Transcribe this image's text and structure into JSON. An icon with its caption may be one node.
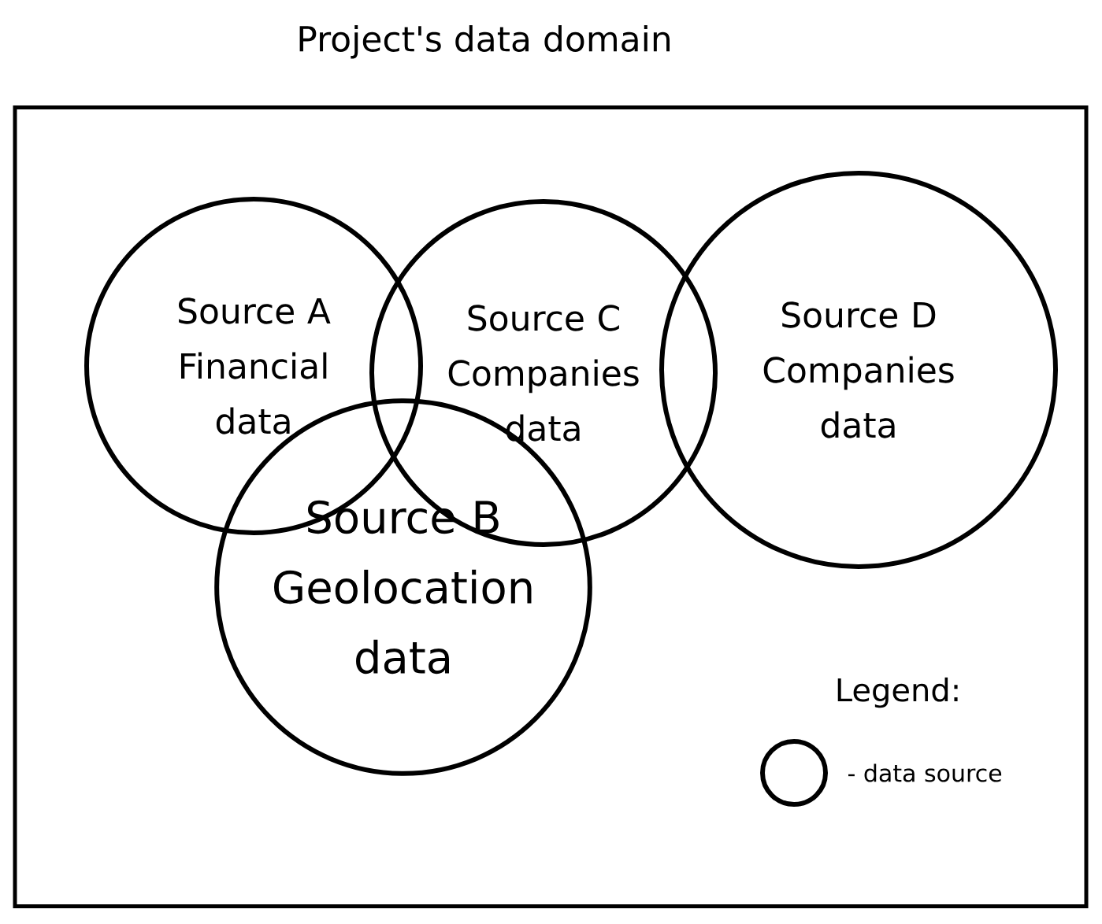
{
  "diagram": {
    "nodes": [
      {
        "text": [
          "Project's data domain"
        ]
      },
      {
        "text": [
          "Source A Financial data"
        ],
        "in": 0
      },
      {
        "text": [
          "Source C Companies data"
        ],
        "in": 0
      },
      {
        "text": [
          "Source D Companies data"
        ],
        "in": 0
      },
      {
        "text": [
          "Source B Geolocation data"
        ],
        "in": 0
      }
    ],
    "labels": [
      "Legend:"
    ],
    "legend": [
      {
        "text": "- data source"
      }
    ]
  }
}
